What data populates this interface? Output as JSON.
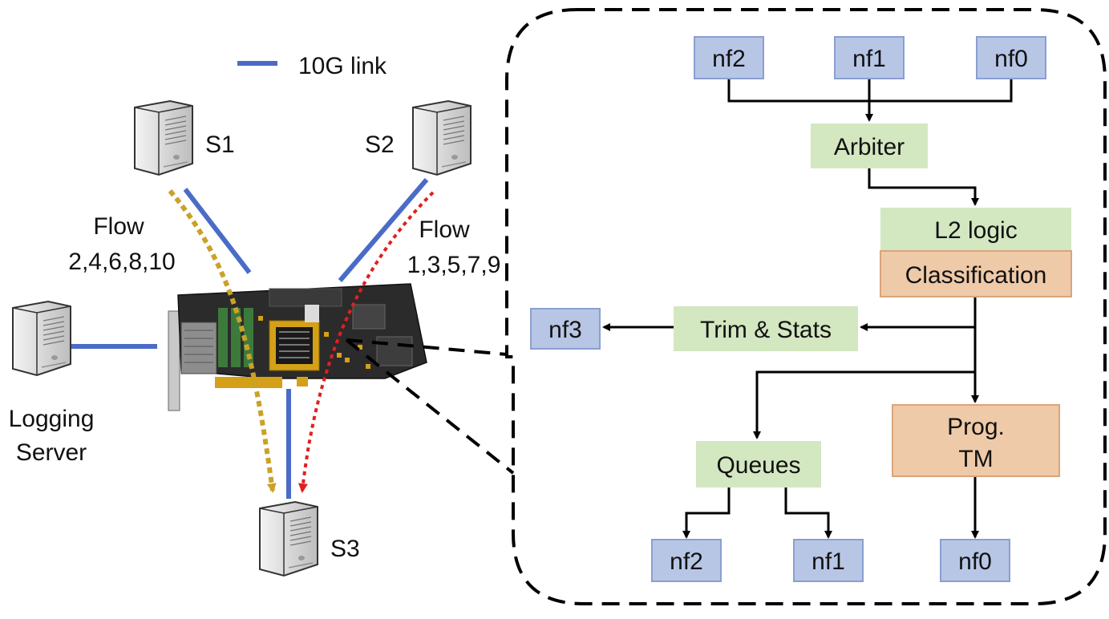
{
  "legend": {
    "label": "10G link",
    "color": "#4a6cc7"
  },
  "hosts": {
    "s1": "S1",
    "s2": "S2",
    "s3": "S3",
    "logging_line1": "Logging",
    "logging_line2": "Server"
  },
  "flows": {
    "left_title": "Flow",
    "left_ids": "2,4,6,8,10",
    "left_color": "#c9a227",
    "right_title": "Flow",
    "right_ids": "1,3,5,7,9",
    "right_color": "#e0201e"
  },
  "pipeline": {
    "inputs": [
      "nf2",
      "nf1",
      "nf0"
    ],
    "arbiter": "Arbiter",
    "l2_logic": "L2 logic",
    "classification": "Classification",
    "trim_stats": "Trim & Stats",
    "nf3": "nf3",
    "queues": "Queues",
    "prog_tm_line1": "Prog.",
    "prog_tm_line2": "TM",
    "outputs": [
      "nf2",
      "nf1",
      "nf0"
    ]
  },
  "colors": {
    "port_fill": "#b8c6e6",
    "port_stroke": "#8a9fd0",
    "green_fill": "#d3e7c1",
    "orange_fill": "#efcaa8",
    "orange_stroke": "#d9a57a"
  },
  "icons": {
    "server": "server-tower-icon",
    "board": "fpga-board-icon"
  }
}
